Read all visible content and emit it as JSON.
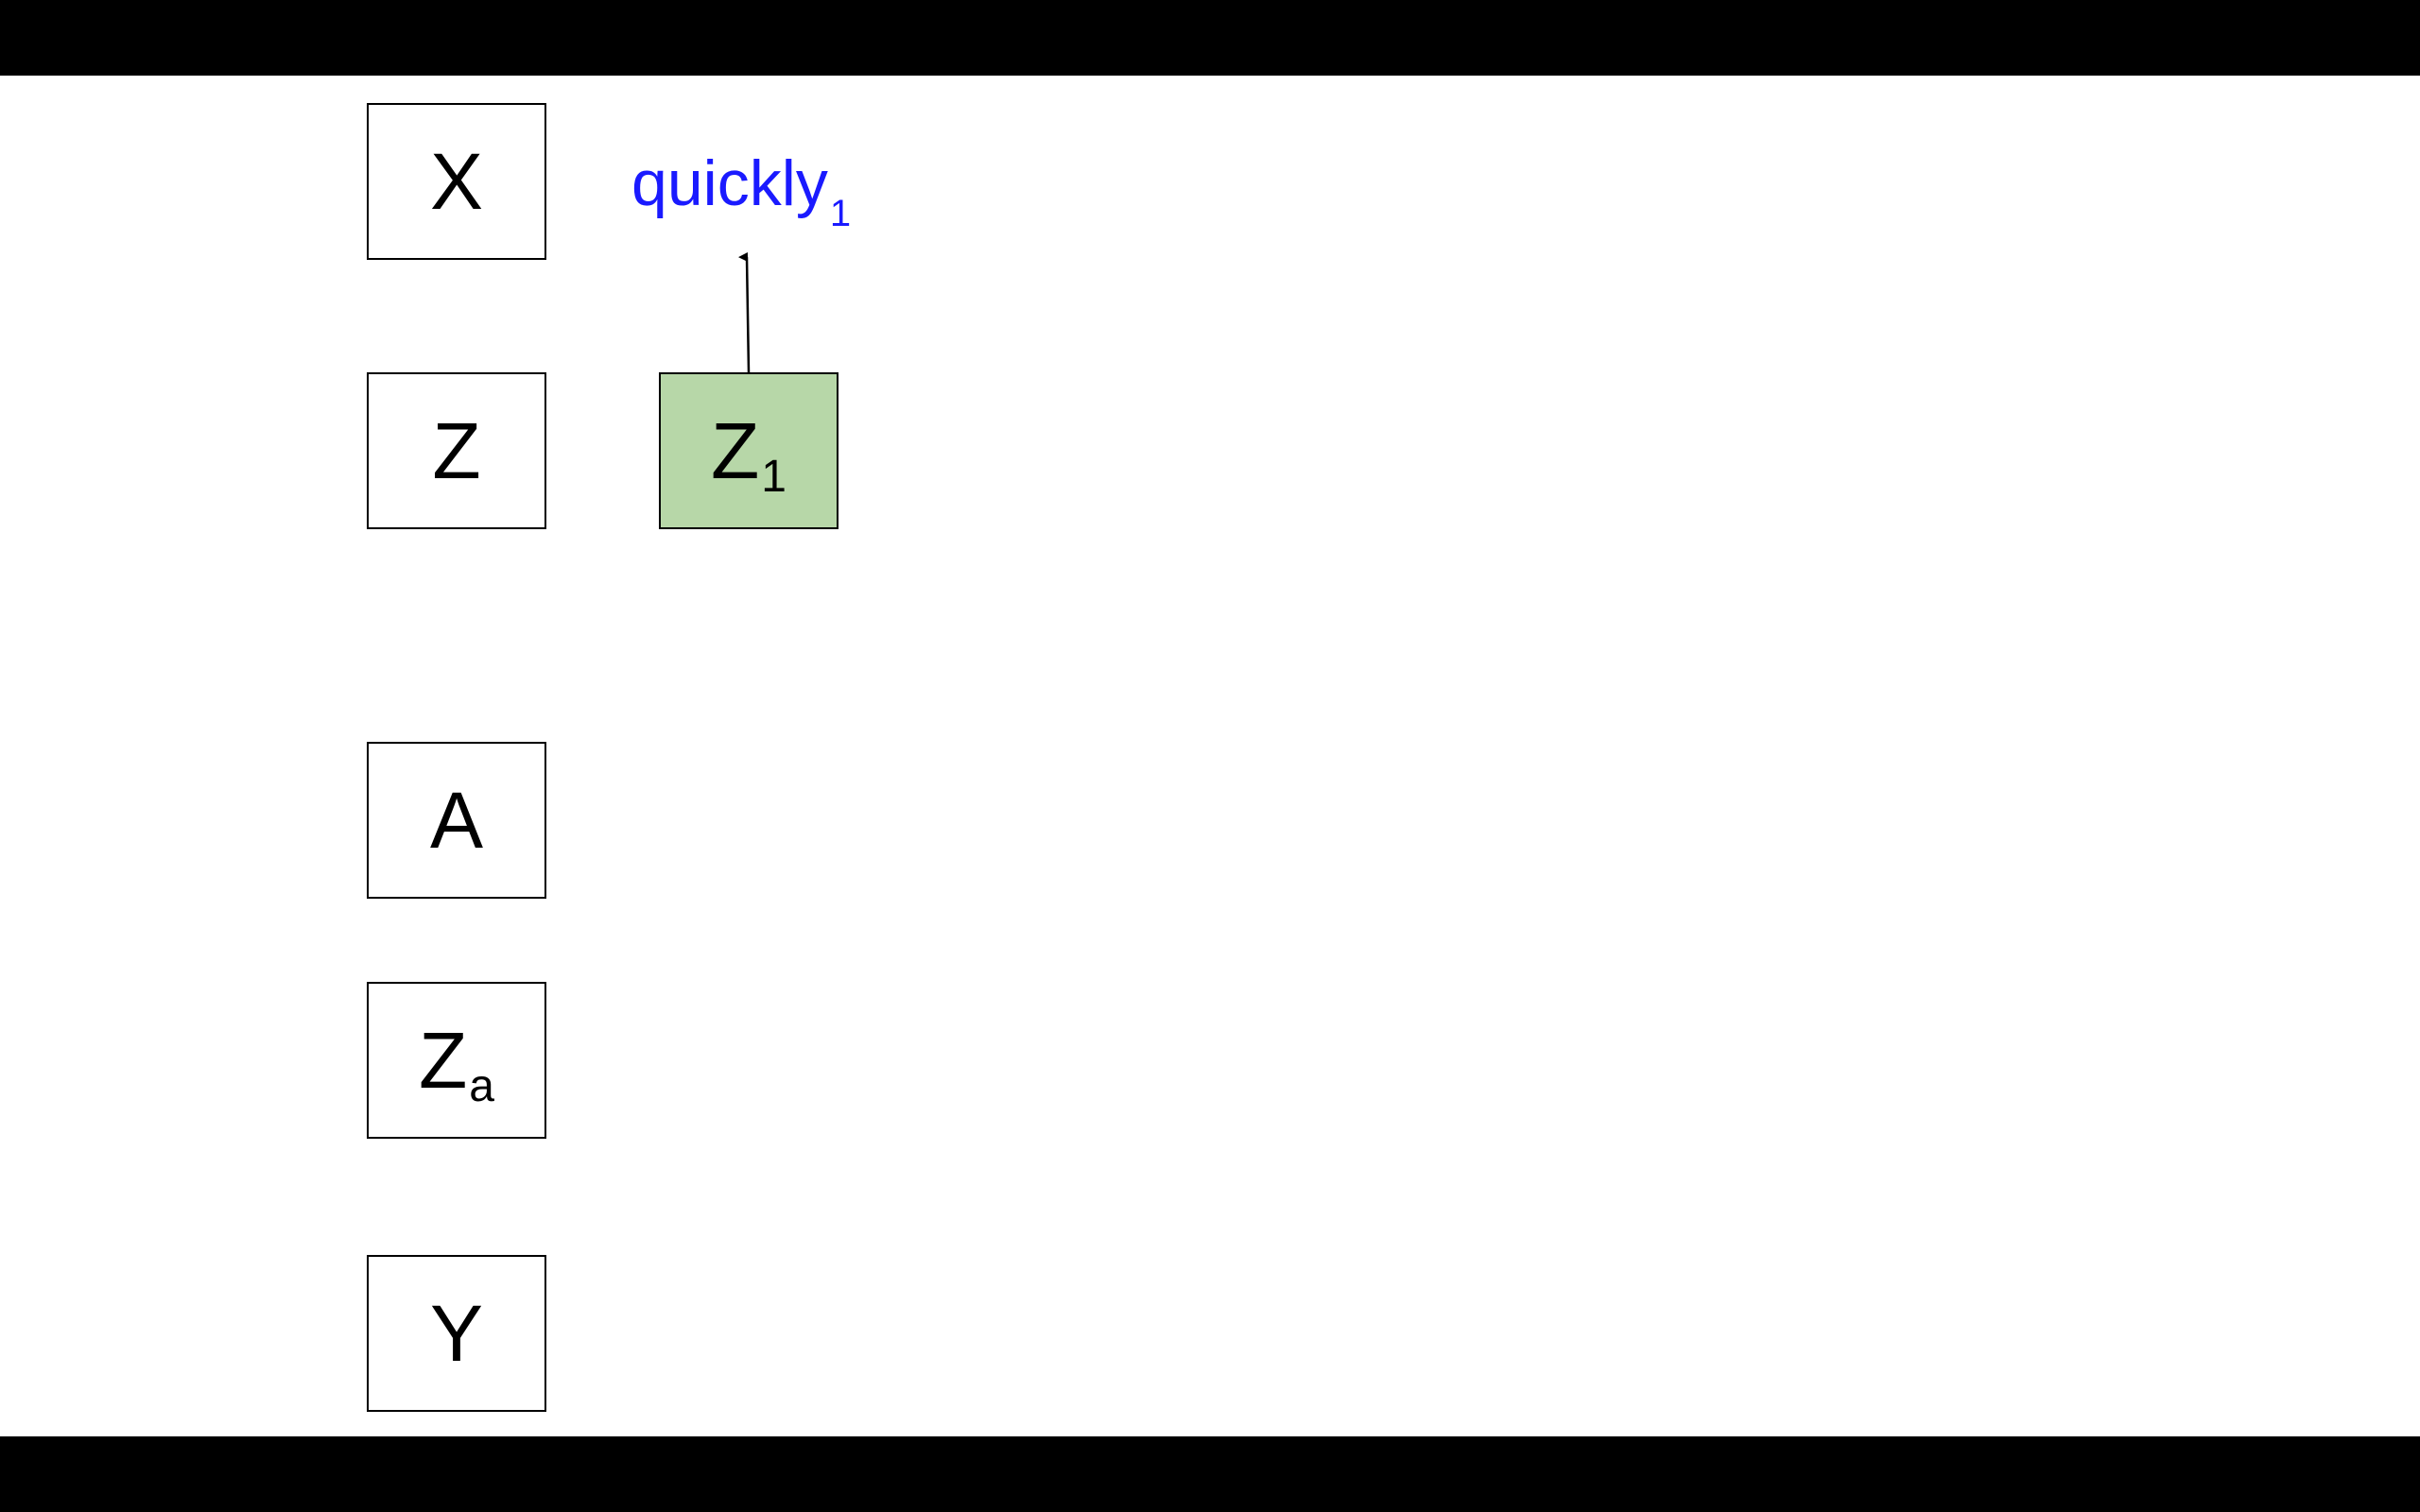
{
  "nodes": {
    "x": {
      "main": "X",
      "sub": ""
    },
    "z": {
      "main": "Z",
      "sub": ""
    },
    "z1": {
      "main": "Z",
      "sub": "1"
    },
    "a": {
      "main": "A",
      "sub": ""
    },
    "za": {
      "main": "Z",
      "sub": "a"
    },
    "y": {
      "main": "Y",
      "sub": ""
    }
  },
  "labels": {
    "quickly": {
      "main": "quickly",
      "sub": "1",
      "color": "#1a1aff"
    }
  },
  "colors": {
    "highlight_fill": "#b7d7a8",
    "border": "#000000",
    "background": "#ffffff",
    "letterbox": "#000000"
  }
}
